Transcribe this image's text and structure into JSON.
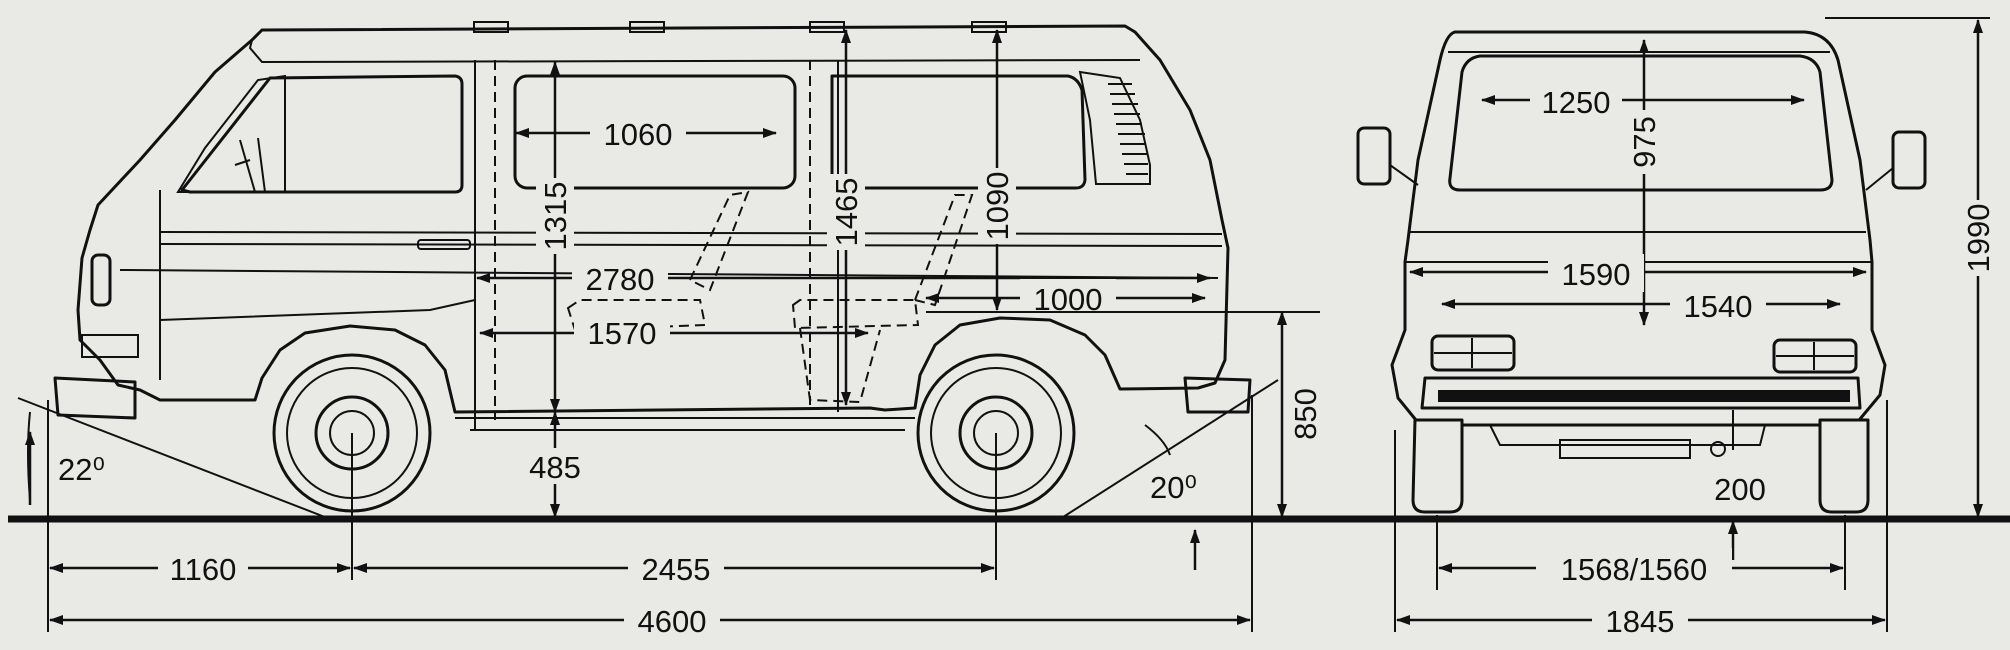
{
  "side_view": {
    "dimensions": {
      "overall_length": "4600",
      "front_overhang": "1160",
      "wheelbase": "2455",
      "interior_length": "2780",
      "floor_length": "1570",
      "window_width": "1060",
      "rear_floor_length": "1000",
      "interior_height_front": "1315",
      "interior_height_mid": "1465",
      "interior_height_rear": "1090",
      "ground_clearance": "485",
      "loading_height": "850"
    },
    "angles": {
      "approach_angle": "22⁰",
      "departure_angle": "20⁰"
    }
  },
  "rear_view": {
    "dimensions": {
      "window_width": "1250",
      "window_height": "975",
      "body_width_upper": "1590",
      "body_width_lower": "1540",
      "overall_height": "1990",
      "track": "1568/1560",
      "ground_clearance": "200",
      "overall_width": "1845"
    }
  },
  "colors": {
    "background": "#e9e9e6",
    "ink": "#111111"
  }
}
